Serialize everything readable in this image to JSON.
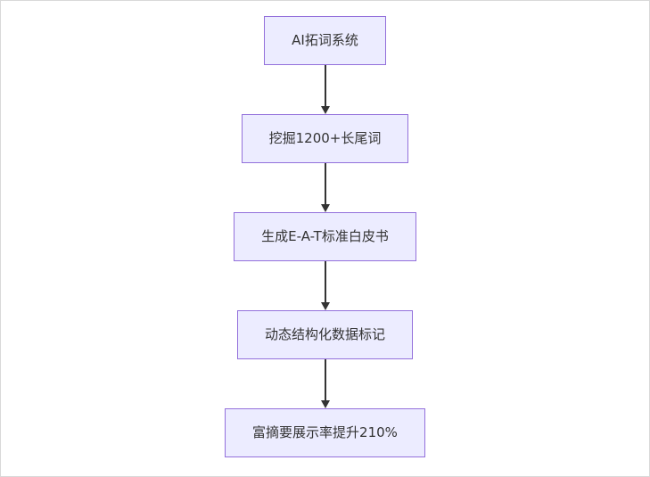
{
  "diagram": {
    "type": "flowchart",
    "direction": "top-down",
    "nodes": [
      {
        "id": "n0",
        "label": "AI拓词系统"
      },
      {
        "id": "n1",
        "label": "挖掘1200+长尾词"
      },
      {
        "id": "n2",
        "label": "生成E-A-T标准白皮书"
      },
      {
        "id": "n3",
        "label": "动态结构化数据标记"
      },
      {
        "id": "n4",
        "label": "富摘要展示率提升210%"
      }
    ],
    "edges": [
      {
        "from": "n0",
        "to": "n1",
        "style": "arrow-down"
      },
      {
        "from": "n1",
        "to": "n2",
        "style": "arrow-down"
      },
      {
        "from": "n2",
        "to": "n3",
        "style": "arrow-down"
      },
      {
        "from": "n3",
        "to": "n4",
        "style": "arrow-down"
      }
    ],
    "colors": {
      "node_fill": "#ECECFF",
      "node_border": "#9370DB",
      "arrow": "#333333",
      "text": "#333333",
      "background": "#FFFFFF"
    }
  }
}
